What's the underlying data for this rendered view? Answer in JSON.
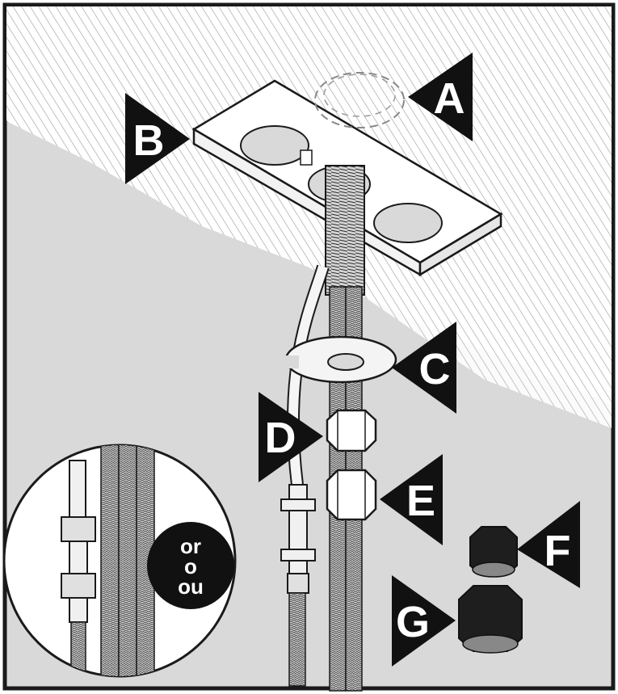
{
  "colors": {
    "background": "#d9d9d9",
    "ceiling_hatch": "#ffffff",
    "outline": "#1a1a1a",
    "callout_fill": "#111111",
    "callout_text": "#ffffff",
    "bracket_fill": "#ffffff",
    "hose_fill": "#bdbdbd",
    "nut_fill": "#1e1e1e"
  },
  "callouts": {
    "a": "A",
    "b": "B",
    "c": "C",
    "d": "D",
    "e": "E",
    "f": "F",
    "g": "G"
  },
  "inset": {
    "badge_lines": [
      "or",
      "o",
      "ou"
    ]
  },
  "icons": {
    "bracket": "mounting-bracket-icon",
    "nut": "hex-nut-icon",
    "washer": "horseshoe-washer-icon",
    "hose": "braided-hose-icon"
  }
}
